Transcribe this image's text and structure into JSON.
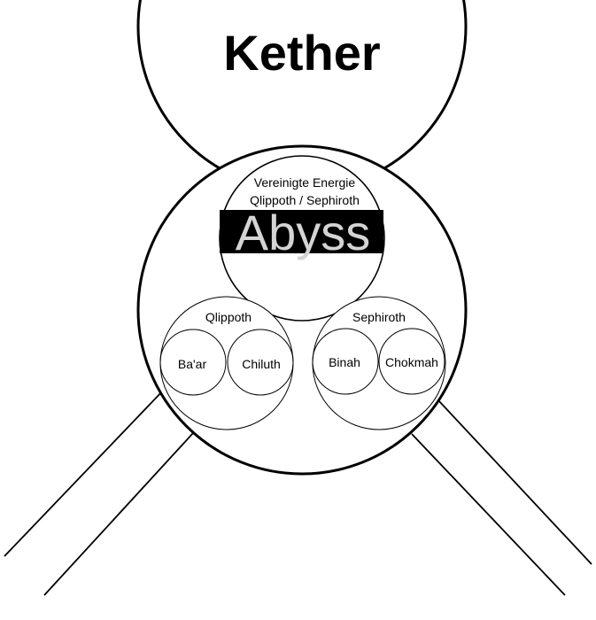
{
  "nodes": {
    "kether": "Kether",
    "unified_line1": "Vereinigte Energie",
    "unified_line2": "Qlippoth / Sephiroth",
    "abyss": "Abyss",
    "qlippoth": "Qlippoth",
    "baar": "Ba'ar",
    "chiluth": "Chiluth",
    "sephiroth": "Sephiroth",
    "binah": "Binah",
    "chokmah": "Chokmah"
  },
  "colors": {
    "stroke": "#000000",
    "abyss_band": "#000000",
    "abyss_text": "#d4d4d4"
  }
}
